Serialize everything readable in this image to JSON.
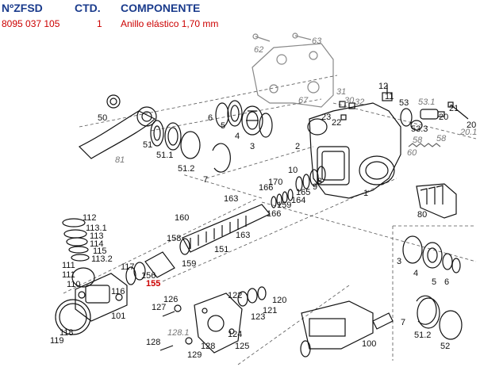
{
  "header": {
    "col_part": "NºZFSD",
    "col_qty": "CTD.",
    "col_component": "COMPONENTE"
  },
  "selected_row": {
    "part_number": "8095 037 105",
    "qty": "1",
    "component": "Anillo elástico 1,70 mm"
  },
  "diagram": {
    "highlight_color": "#cc0000",
    "highlighted_callout": "155",
    "callouts": [
      "62",
      "63",
      "67",
      "31",
      "30",
      "32",
      "12",
      "11",
      "53",
      "53.1",
      "21",
      "20",
      "20",
      "23",
      "22",
      "53.3",
      "58",
      "58",
      "20.1",
      "60",
      "50",
      "6",
      "5",
      "4",
      "3",
      "2",
      "51",
      "51.1",
      "51.2",
      "7",
      "81",
      "10",
      "9",
      "8",
      "170",
      "166",
      "165",
      "164",
      "159",
      "1",
      "80",
      "163",
      "166",
      "160",
      "158",
      "159",
      "163",
      "151",
      "112",
      "113.1",
      "113",
      "114",
      "115",
      "113.2",
      "111",
      "111",
      "110",
      "117",
      "116",
      "156",
      "155",
      "126",
      "127",
      "101",
      "118",
      "119",
      "128.1",
      "128",
      "128",
      "129",
      "122",
      "121",
      "120",
      "123",
      "124",
      "125",
      "100",
      "3",
      "4",
      "5",
      "6",
      "7",
      "51.2",
      "52"
    ]
  }
}
